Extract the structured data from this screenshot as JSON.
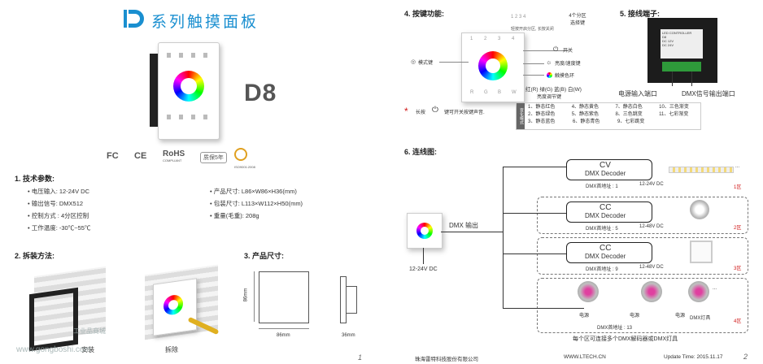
{
  "header": {
    "title": "系列触摸面板",
    "model": "D8"
  },
  "certs": {
    "fc": "FC",
    "ce": "CE",
    "rohs": "RoHS",
    "rohs_sub": "COMPLIANT",
    "warranty": "质保5年",
    "iso": "ISO9001:2008"
  },
  "specs": {
    "heading": "1. 技术参数:",
    "left": [
      "电压输入: 12-24V DC",
      "输出信号: DMX512",
      "控制方式 : 4分区控制",
      "工作温度: -30℃~55℃"
    ],
    "right": [
      "产品尺寸: L86×W86×H36(mm)",
      "包装尺寸: L113×W112×H50(mm)",
      "重量(毛重): 208g"
    ]
  },
  "install": {
    "heading": "2. 拆装方法:",
    "install_label": "安装",
    "remove_label": "拆除",
    "watermark": "www.gongboshi.com",
    "watermark_sub": "工业品商城"
  },
  "dimensions": {
    "heading": "3. 产品尺寸:",
    "height": "86mm",
    "width": "86mm",
    "depth": "36mm"
  },
  "page_left": "1",
  "keys": {
    "heading": "4. 按键功能:",
    "zone_numbers": "1  2  3  4",
    "zone_label": "4个分区\n选择键",
    "zone_sub": "轻按开启分区, 长按关闭",
    "mode_key": "模式键",
    "power_key": "开关",
    "brightness_key": "亮度/速度键",
    "color_ring": "触摸色环",
    "rgbw": "红(R)  绿(G)  蓝(B)  白(W)",
    "rgbw_sub": "亮度调节键",
    "panel_top": [
      "1",
      "2",
      "3",
      "4"
    ],
    "panel_bottom": [
      "R",
      "G",
      "B",
      "W"
    ],
    "long_press": "长按",
    "long_press_rest": "键可开关按键声音.",
    "mode_header": "变化模式",
    "modes": [
      [
        "1、静态红色",
        "4、静态黄色",
        "7、静态白色",
        "10、三色渐变"
      ],
      [
        "2、静态绿色",
        "5、静态紫色",
        "8、三色跳变",
        "11、七彩渐变"
      ],
      [
        "3、静态蓝色",
        "6、静态青色",
        "9、七彩跳变",
        ""
      ]
    ]
  },
  "terminal": {
    "heading": "5. 接线端子:",
    "power_in": "电源输入端口",
    "dmx_out": "DMX信号输出端口",
    "lbl_title": "LED CONTROLLER",
    "lbl_model": "D8",
    "lbl_v": "DC 12V",
    "lbl_k": "DC 24V"
  },
  "wiring": {
    "heading": "6. 连线图:",
    "dmx_out": "DMX 输出",
    "supply": "12-24V DC",
    "zones": [
      {
        "type": "CV",
        "name": "DMX Decoder",
        "addr": "DMX首地址 : 1",
        "volt": "12-24V DC",
        "zone": "1区"
      },
      {
        "type": "CC",
        "name": "DMX Decoder",
        "addr": "DMX首地址 : 5",
        "volt": "12-48V DC",
        "zone": "2区"
      },
      {
        "type": "CC",
        "name": "DMX Decoder",
        "addr": "DMX首地址 : 9",
        "volt": "12-48V DC",
        "zone": "3区"
      }
    ],
    "zone4": {
      "addr": "DMX首地址 : 13",
      "zone": "4区",
      "power": "电源",
      "lamp": "DMX灯具"
    },
    "note": "每个区可连接多个DMX解码器或DMX灯具",
    "dots": "..."
  },
  "footer": {
    "company": "珠海雷特科技股份有限公司",
    "url": "WWW.LTECH.CN",
    "update": "Update Time: 2015.11.17",
    "page": "2"
  }
}
